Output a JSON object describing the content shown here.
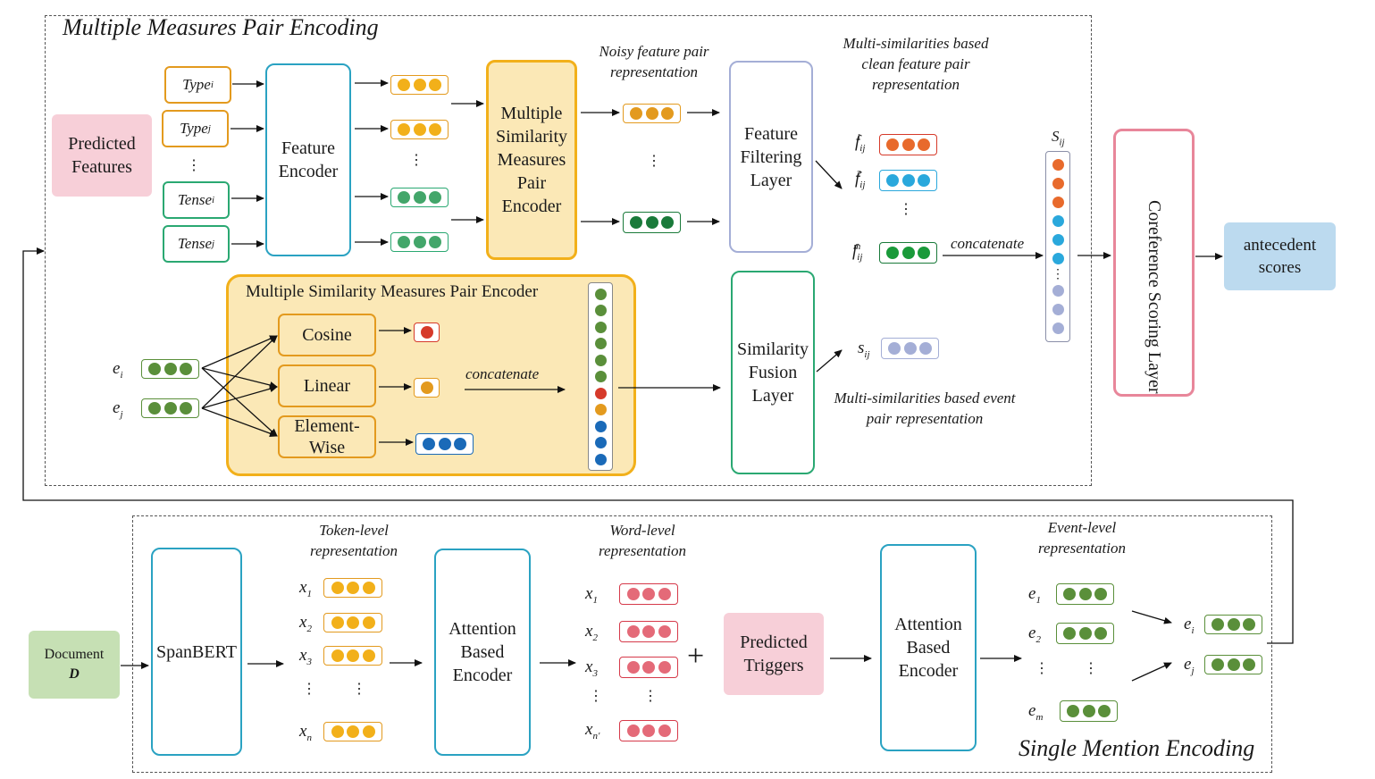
{
  "colors": {
    "orange": "#e39a1e",
    "yellow_dot": "#f2b01a",
    "green": "#5a8f3a",
    "dark_green": "#1a7a3a",
    "red_orange": "#e86a2c",
    "red": "#d63a2a",
    "cyan": "#2aa8dc",
    "blue": "#1a6ab8",
    "lavender": "#a4aed6",
    "pink_dot": "#e46a78",
    "teal_border": "#2aa2c2",
    "green_border": "#2aa872",
    "pink_fill": "#f7cfd8",
    "blue_fill": "#bcdaef",
    "green_fill": "#c6e0b4",
    "yellow_fill": "#fbe8b6"
  },
  "top": {
    "title": "Multiple Measures Pair Encoding",
    "predicted_features": "Predicted Features",
    "features": {
      "type_i": "Type",
      "type_i_sub": "i",
      "type_j": "Type",
      "type_j_sub": "j",
      "tense_i": "Tense",
      "tense_i_sub": "i",
      "tense_j": "Tense",
      "tense_j_sub": "j"
    },
    "vdots": "⋮",
    "feature_encoder": "Feature Encoder",
    "msm_encoder": "Multiple Similarity Measures Pair Encoder",
    "noisy_label": "Noisy feature pair representation",
    "feature_filtering": "Feature Filtering Layer",
    "clean_label": "Multi-similarities based clean feature pair representation",
    "f1": "f",
    "f1_sub": "ij",
    "f1_sup": "1",
    "f2": "f",
    "f2_sub": "ij",
    "f2_sup": "2",
    "fm": "f",
    "fm_sub": "ij",
    "fm_sup": "m",
    "concatenate": "concatenate",
    "S": "S",
    "S_sub": "ij",
    "coref_layer": "Coreference Scoring Layer",
    "antecedent": "antecedent scores"
  },
  "sub_encoder": {
    "title": "Multiple Similarity Measures Pair Encoder",
    "cosine": "Cosine",
    "linear": "Linear",
    "element_wise": "Element-Wise",
    "concatenate": "concatenate",
    "ei": "e",
    "ei_sub": "i",
    "ej": "e",
    "ej_sub": "j"
  },
  "similarity_fusion": "Similarity Fusion Layer",
  "s_small": "s",
  "s_small_sub": "ij",
  "event_pair_label": "Multi-similarities based event pair representation",
  "bottom": {
    "title": "Single Mention Encoding",
    "document": "Document",
    "document_var": "D",
    "spanbert": "SpanBERT",
    "token_label": "Token-level representation",
    "x1": "x",
    "x1_sub": "1",
    "x2": "x",
    "x2_sub": "2",
    "x3": "x",
    "x3_sub": "3",
    "xn": "x",
    "xn_sub": "n",
    "attention_encoder_1": "Attention Based Encoder",
    "word_label": "Word-level representation",
    "w1": "x",
    "w1_sub": "1",
    "w2": "x",
    "w2_sub": "2",
    "w3": "x",
    "w3_sub": "3",
    "wn": "x",
    "wn_sub": "n′",
    "plus": "+",
    "predicted_triggers": "Predicted Triggers",
    "attention_encoder_2": "Attention Based Encoder",
    "event_label": "Event-level representation",
    "e1": "e",
    "e1_sub": "1",
    "e2": "e",
    "e2_sub": "2",
    "em": "e",
    "em_sub": "m",
    "ei": "e",
    "ei_sub": "i",
    "ej": "e",
    "ej_sub": "j"
  }
}
